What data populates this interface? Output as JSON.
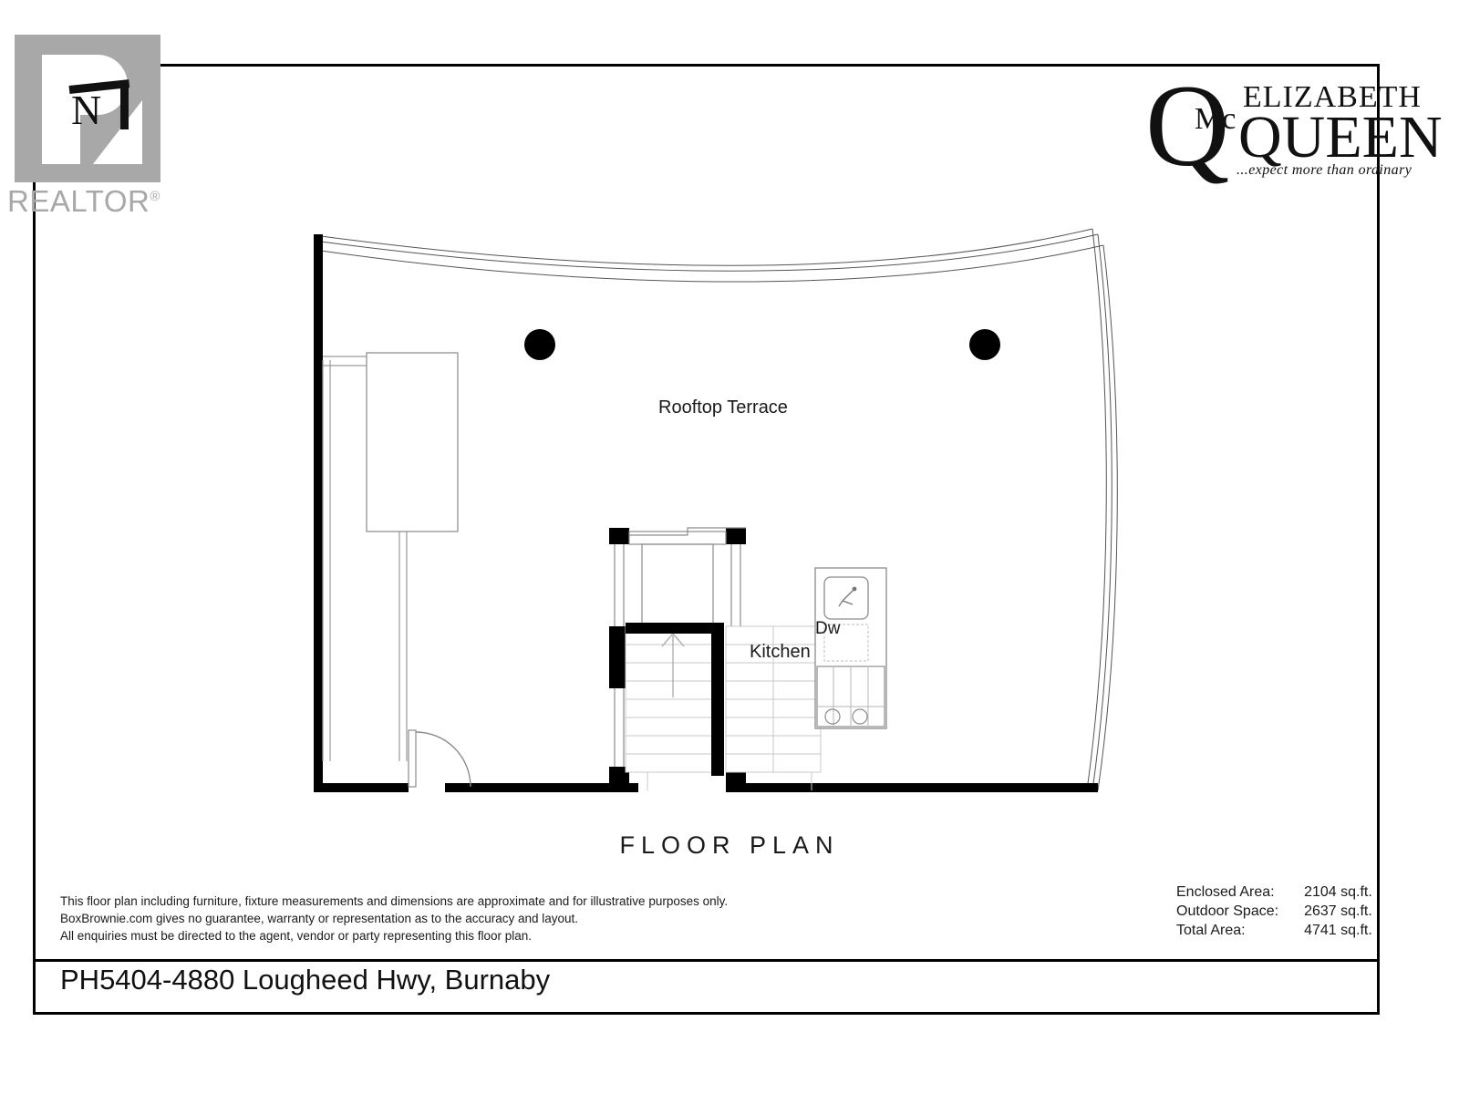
{
  "document": {
    "heading": "FLOOR PLAN",
    "property_address": "PH5404-4880 Lougheed Hwy, Burnaby"
  },
  "realtor_logo": {
    "icon": "realtor-r-monogram",
    "wordmark": "REALTOR",
    "registered_mark": "®"
  },
  "brand_logo": {
    "monogram_letter": "Q",
    "monogram_prefix": "Mc",
    "line1": "ELIZABETH",
    "line2": "QUEEN",
    "tagline": "...expect more than ordinary"
  },
  "plan": {
    "rooms": [
      {
        "id": "rooftop-terrace",
        "label": "Rooftop Terrace"
      },
      {
        "id": "kitchen",
        "label": "Kitchen"
      }
    ],
    "fixtures": [
      {
        "id": "dishwasher",
        "label": "Dw",
        "icon": "dishwasher-icon"
      },
      {
        "id": "sink",
        "label": "",
        "icon": "sink-icon"
      },
      {
        "id": "cooktop",
        "label": "",
        "icon": "cooktop-icon"
      },
      {
        "id": "staircase",
        "label": "",
        "icon": "stairs-up-icon"
      },
      {
        "id": "entry-door",
        "label": "",
        "icon": "door-swing-icon"
      },
      {
        "id": "planter-left",
        "label": "",
        "icon": "planter-icon"
      },
      {
        "id": "column-left",
        "label": "",
        "icon": "column-icon"
      },
      {
        "id": "column-right",
        "label": "",
        "icon": "column-icon"
      }
    ]
  },
  "disclaimer": {
    "line1": "This floor plan including furniture, fixture measurements and dimensions are approximate and for illustrative purposes only.",
    "line2": "BoxBrownie.com gives no guarantee, warranty or representation as to the accuracy and layout.",
    "line3": "All enquiries must be directed to the agent, vendor or party representing this floor plan."
  },
  "areas": {
    "rows": [
      {
        "label": "Enclosed Area:",
        "value": "2104 sq.ft."
      },
      {
        "label": "Outdoor Space:",
        "value": "2637 sq.ft."
      },
      {
        "label": "Total Area:",
        "value": "4741 sq.ft."
      }
    ]
  },
  "colors": {
    "ink": "#000000",
    "logo_gray": "#a8a8a8",
    "paper": "#ffffff"
  }
}
